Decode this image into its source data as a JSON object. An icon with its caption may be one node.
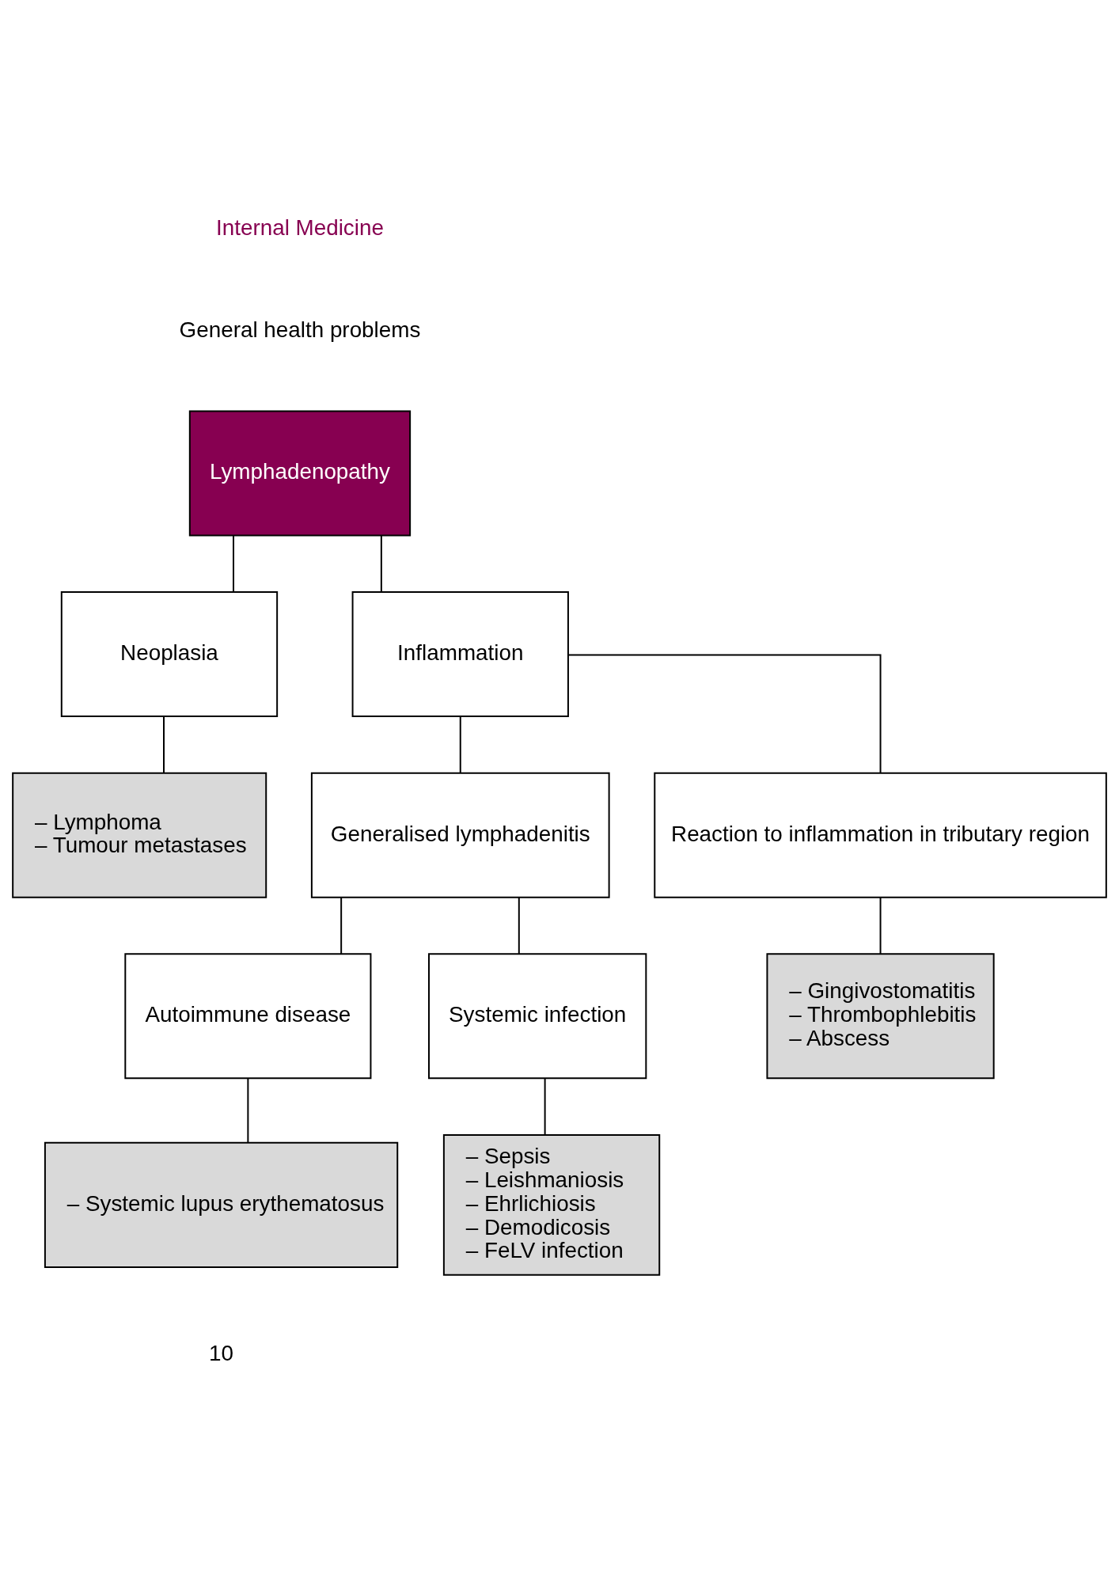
{
  "diagram": {
    "nodes": [
      {
        "text": [
          "Lymphadenopathy"
        ]
      },
      {
        "text": [
          "Neoplasia"
        ]
      },
      {
        "text": [
          "Inflammation"
        ]
      },
      {
        "text": [
          "– Lymphoma",
          "– Tumour metastases"
        ]
      },
      {
        "text": [
          "Generalised lymphadenitis"
        ]
      },
      {
        "text": [
          "Reaction to inflammation in tributary region"
        ]
      },
      {
        "text": [
          "Autoimmune disease"
        ]
      },
      {
        "text": [
          "Systemic infection"
        ]
      },
      {
        "text": [
          "– Gingivostomatitis",
          "– Thrombophlebitis",
          "– Abscess"
        ]
      },
      {
        "text": [
          "– Systemic lupus erythematosus"
        ]
      },
      {
        "text": [
          "– Sepsis",
          "– Leishmaniosis",
          "– Ehrlichiosis",
          "– Demodicosis",
          "– FeLV infection"
        ]
      }
    ],
    "edges": [
      {
        "from": 0,
        "to": 1,
        "arrow": "none"
      },
      {
        "from": 0,
        "to": 2,
        "arrow": "none"
      },
      {
        "from": 1,
        "to": 3,
        "arrow": "none"
      },
      {
        "from": 2,
        "to": 4,
        "arrow": "none"
      },
      {
        "from": 2,
        "to": 5,
        "arrow": "none"
      },
      {
        "from": 4,
        "to": 6,
        "arrow": "none"
      },
      {
        "from": 4,
        "to": 7,
        "arrow": "none"
      },
      {
        "from": 5,
        "to": 8,
        "arrow": "none"
      },
      {
        "from": 6,
        "to": 9,
        "arrow": "none"
      },
      {
        "from": 7,
        "to": 10,
        "arrow": "none"
      }
    ],
    "labels": [
      "Internal Medicine",
      "General health problems",
      "10"
    ]
  }
}
